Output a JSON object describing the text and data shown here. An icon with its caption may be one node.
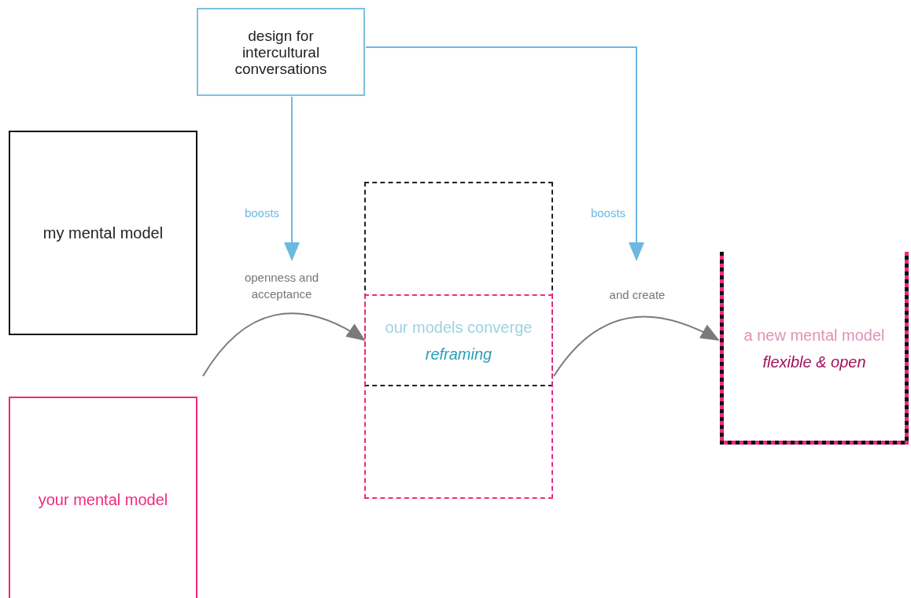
{
  "diagram": {
    "nodes": [
      {
        "text": [
          "design for intercultural conversations"
        ]
      },
      {
        "text": [
          "my mental model"
        ]
      },
      {
        "text": [
          "your mental model"
        ]
      },
      {
        "text": [],
        "shape": "box"
      },
      {
        "text": [],
        "shape": "box"
      },
      {
        "text": [
          "our models converge",
          "reframing"
        ]
      },
      {
        "text": [
          "a new mental model",
          "flexible & open"
        ]
      }
    ],
    "edges": [
      {
        "from": null,
        "to": 5,
        "arrow": "to",
        "label": "openness and acceptance"
      },
      {
        "from": 3,
        "to": 6,
        "arrow": "to",
        "label": "and create"
      },
      {
        "from": 0,
        "to": null,
        "arrow": "to",
        "label": "boosts",
        "color": "#6cb8e3"
      },
      {
        "from": 0,
        "to": null,
        "arrow": "to",
        "label": "boosts",
        "color": "#6cb8e3"
      }
    ]
  }
}
